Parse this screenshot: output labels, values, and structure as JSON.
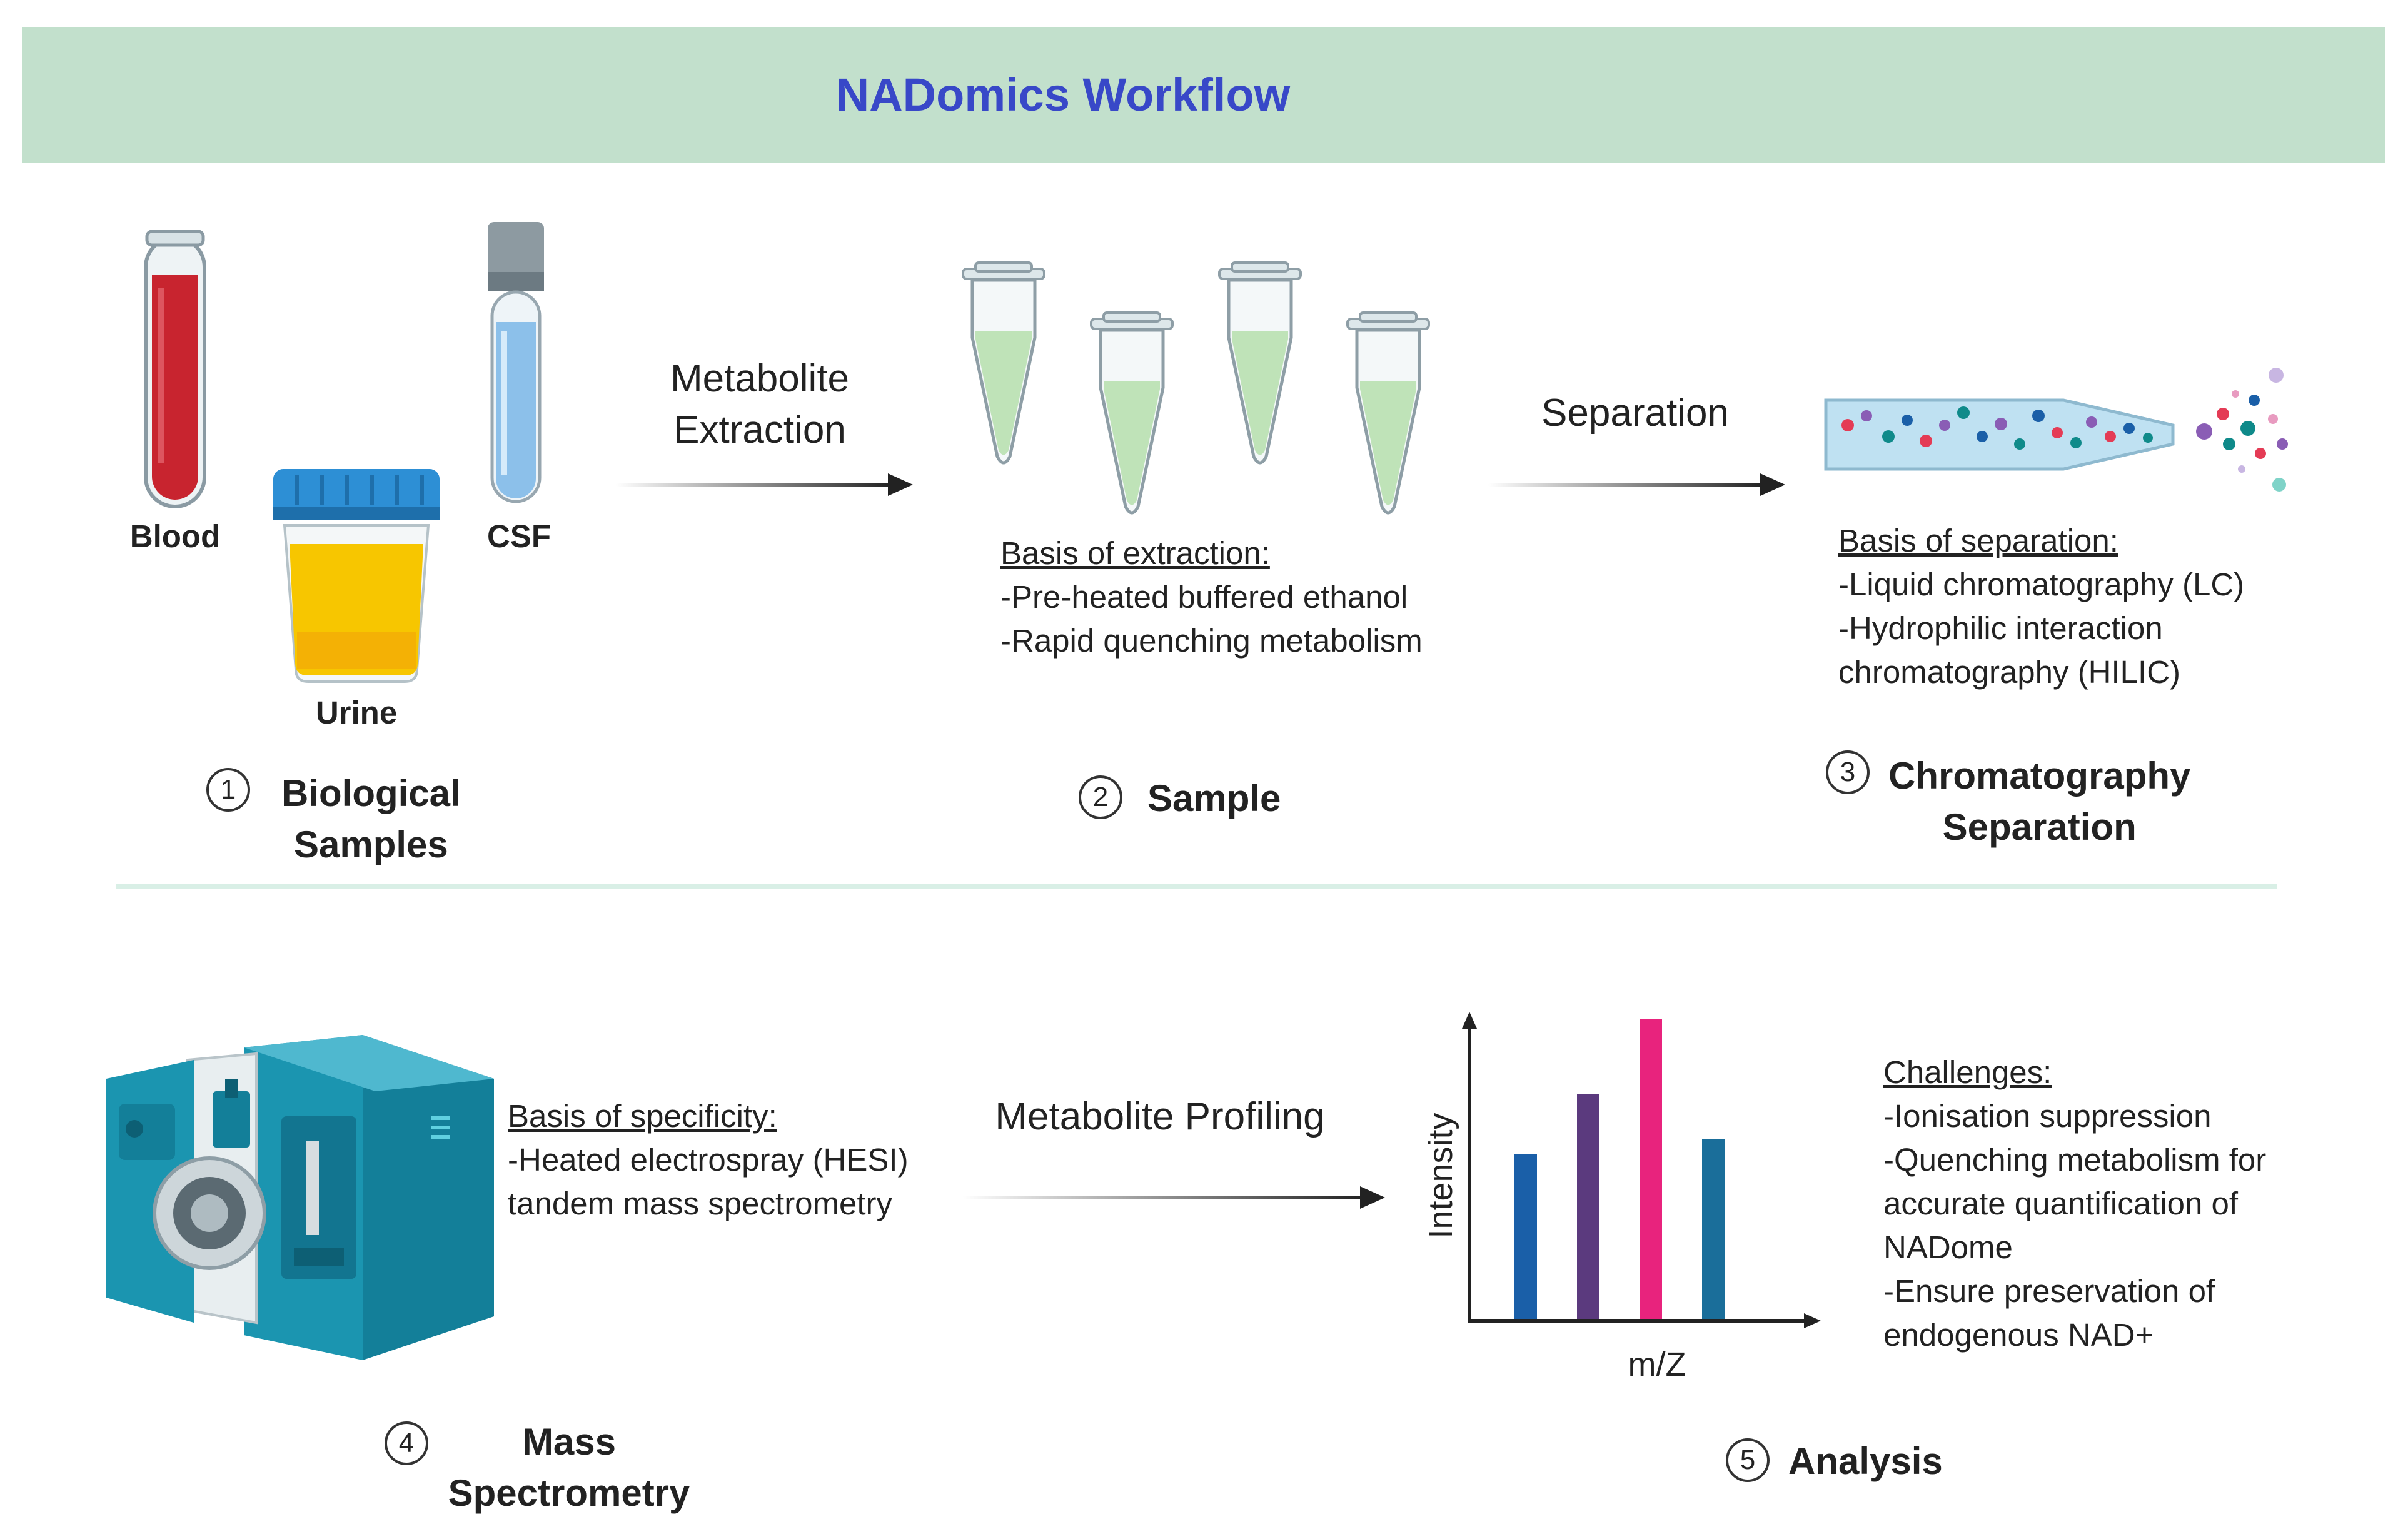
{
  "title": "NADomics Workflow",
  "samples": {
    "blood": "Blood",
    "urine": "Urine",
    "csf": "CSF"
  },
  "arrows": {
    "extraction": [
      "Metabolite",
      "Extraction"
    ],
    "separation": "Separation",
    "profiling": "Metabolite Profiling"
  },
  "extraction_notes": {
    "heading": "Basis of extraction:",
    "lines": [
      "-Pre-heated buffered ethanol",
      "-Rapid quenching metabolism"
    ]
  },
  "separation_notes": {
    "heading": "Basis of separation:",
    "lines": [
      "-Liquid chromatography (LC)",
      "-Hydrophilic interaction",
      "chromatography (HILIC)"
    ]
  },
  "specificity_notes": {
    "heading": "Basis of specificity:",
    "lines": [
      "-Heated electrospray (HESI)",
      "tandem mass spectrometry"
    ]
  },
  "challenges": {
    "heading": "Challenges:",
    "lines": [
      "-Ionisation suppression",
      "-Quenching metabolism for",
      "accurate quantification of",
      "NADome",
      "-Ensure preservation of",
      "endogenous NAD+"
    ]
  },
  "steps": [
    {
      "num": "1",
      "title": [
        "Biological",
        "Samples"
      ]
    },
    {
      "num": "2",
      "title": [
        "Sample"
      ]
    },
    {
      "num": "3",
      "title": [
        "Chromatography",
        "Separation"
      ]
    },
    {
      "num": "4",
      "title": [
        "Mass",
        "Spectrometry"
      ]
    },
    {
      "num": "5",
      "title": [
        "Analysis"
      ]
    }
  ],
  "chart_data": {
    "type": "bar",
    "xlabel": "m/Z",
    "ylabel": "Intensity",
    "values": [
      0.55,
      0.75,
      1.0,
      0.6
    ],
    "colors": [
      "#1a5fa8",
      "#5b3a7e",
      "#e8237d",
      "#1a6e9a"
    ]
  },
  "colors": {
    "banner": "#c2e0cc",
    "title": "#3848c8",
    "blood": "#c8242f",
    "urine": "#f7c600",
    "urine_cap": "#2d8fd5",
    "csf": "#8cc0ea",
    "tube_liquid": "#bfe3b8",
    "instrument": "#1b95b0"
  }
}
